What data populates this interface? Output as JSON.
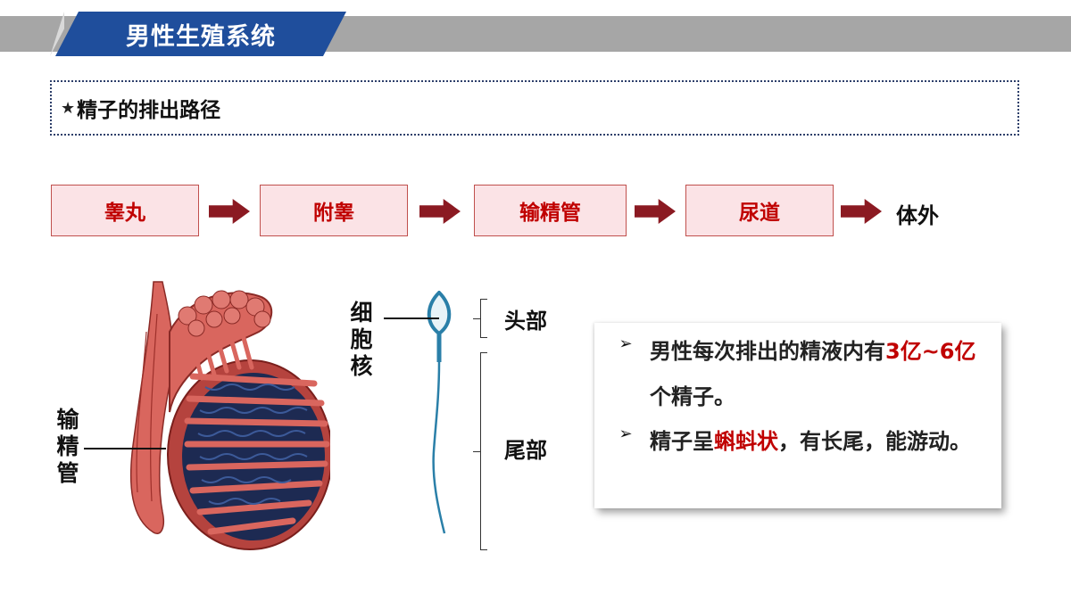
{
  "header": {
    "title": "男性生殖系统"
  },
  "section": {
    "star_icon": "star-icon",
    "title": "精子的排出路径"
  },
  "flow": {
    "steps": [
      "睾丸",
      "附睾",
      "输精管",
      "尿道"
    ],
    "end": "体外",
    "arrow_icon": "right-arrow-icon",
    "box_fill": "#fbe3e6",
    "box_text_color": "#c00000",
    "arrow_color": "#8b1a22"
  },
  "testis_figure": {
    "label": "输精管"
  },
  "sperm_figure": {
    "nucleus_label": "细胞核",
    "head_label": "头部",
    "tail_label": "尾部"
  },
  "info": {
    "bullet_icon": "arrow-bullet-icon",
    "b1_pre": "男性每次排出的精液内有",
    "b1_red": "3亿~6亿",
    "b1_post": "个精子。",
    "b2_pre": "精子呈",
    "b2_red": "蝌蚪状",
    "b2_post": "，有长尾，能游动。"
  },
  "colors": {
    "title_bar": "#1f4e9c",
    "accent_red": "#c00000",
    "banner_gray": "#a6a6a6"
  }
}
